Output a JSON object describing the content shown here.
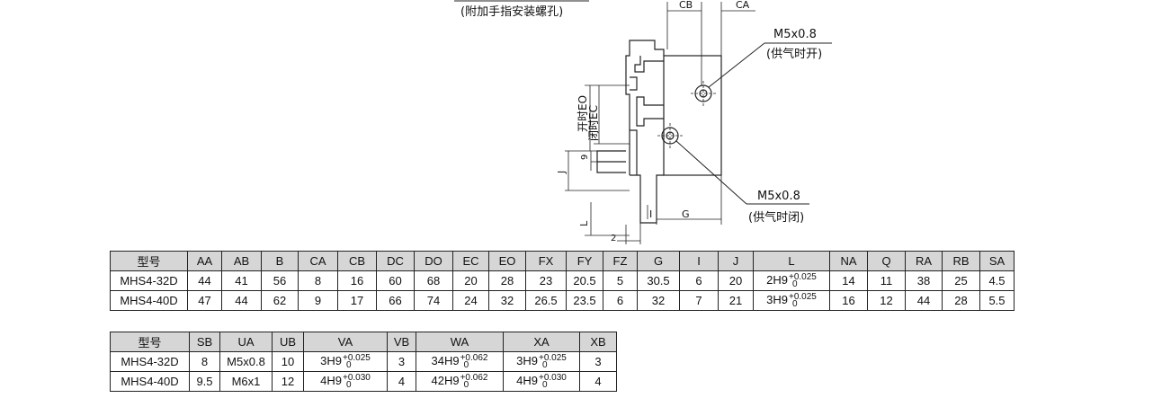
{
  "drawing": {
    "top_caption": "(附加手指安装螺孔)",
    "port_open": {
      "thread": "M5x0.8",
      "note": "(供气时开)"
    },
    "port_close": {
      "thread": "M5x0.8",
      "note": "(供气时闭)"
    },
    "dims": {
      "cb": "CB",
      "ca": "CA",
      "open_eo": "开时EO",
      "close_ec": "闭时EC",
      "j": "J",
      "nine": "9",
      "l": "L",
      "i": "I",
      "g": "G",
      "two": "2"
    }
  },
  "table1": {
    "headers": [
      "型号",
      "AA",
      "AB",
      "B",
      "CA",
      "CB",
      "DC",
      "DO",
      "EC",
      "EO",
      "FX",
      "FY",
      "FZ",
      "G",
      "I",
      "J",
      "L",
      "NA",
      "Q",
      "RA",
      "RB",
      "SA"
    ],
    "rows": [
      [
        "MHS4-32D",
        "44",
        "41",
        "56",
        "8",
        "16",
        "60",
        "68",
        "20",
        "28",
        "23",
        "20.5",
        "5",
        "30.5",
        "6",
        "20",
        {
          "base": "2H9",
          "upper": "+0.025",
          "lower": "0"
        },
        "14",
        "11",
        "38",
        "25",
        "4.5"
      ],
      [
        "MHS4-40D",
        "47",
        "44",
        "62",
        "9",
        "17",
        "66",
        "74",
        "24",
        "32",
        "26.5",
        "23.5",
        "6",
        "32",
        "7",
        "21",
        {
          "base": "3H9",
          "upper": "+0.025",
          "lower": "0"
        },
        "16",
        "12",
        "44",
        "28",
        "5.5"
      ]
    ]
  },
  "table2": {
    "headers": [
      "型号",
      "SB",
      "UA",
      "UB",
      "VA",
      "VB",
      "WA",
      "XA",
      "XB"
    ],
    "rows": [
      [
        "MHS4-32D",
        "8",
        "M5x0.8",
        "10",
        {
          "base": "3H9",
          "upper": "+0.025",
          "lower": "0"
        },
        "3",
        {
          "base": "34H9",
          "upper": "+0.062",
          "lower": "0"
        },
        {
          "base": "3H9",
          "upper": "+0.025",
          "lower": "0"
        },
        "3"
      ],
      [
        "MHS4-40D",
        "9.5",
        "M6x1",
        "12",
        {
          "base": "4H9",
          "upper": "+0.030",
          "lower": "0"
        },
        "4",
        {
          "base": "42H9",
          "upper": "+0.062",
          "lower": "0"
        },
        {
          "base": "4H9",
          "upper": "+0.030",
          "lower": "0"
        },
        "4"
      ]
    ]
  }
}
